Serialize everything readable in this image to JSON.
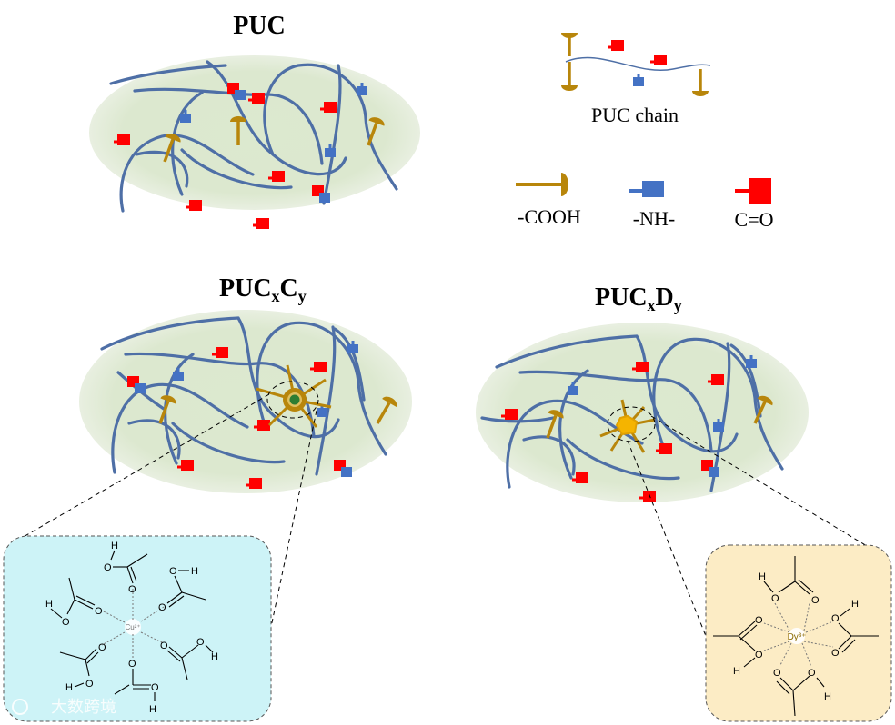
{
  "panels": {
    "puc": {
      "title": "PUC"
    },
    "pucxcy": {
      "title_main": "PUC",
      "sub1": "x",
      "mid": "C",
      "sub2": "y"
    },
    "pucxdy": {
      "title_main": "PUC",
      "sub1": "x",
      "mid": "D",
      "sub2": "y"
    }
  },
  "legend": {
    "chain_label": "PUC  chain",
    "cooh_label": "-COOH",
    "nh_label": "-NH-",
    "co_label": "C=O"
  },
  "cu_complex": {
    "ion": "Cu²⁺",
    "atom_h": "H",
    "atom_o": "O"
  },
  "dy_complex": {
    "ion": "Dy³⁺",
    "atom_h": "H",
    "atom_o": "O"
  },
  "watermark": {
    "text": "大数跨境"
  },
  "colors": {
    "ellipse_fill": "#dfe9d2",
    "chain": "#4e6fa6",
    "cooh": "#b8860b",
    "nh": "#4472c4",
    "co": "#ff0000",
    "cu_box": "#cdf3f7",
    "dy_box": "#fcecc5",
    "cu_center": "#2e7d32",
    "dy_center": "#f5b400"
  },
  "icons": [
    "cooh-icon",
    "nh-icon",
    "co-icon"
  ]
}
